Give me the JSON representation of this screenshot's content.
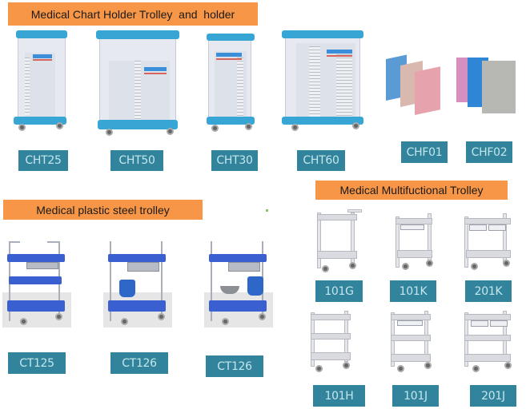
{
  "sections": {
    "chart_holder": {
      "title": "Medical Chart Holder Trolley  and  holder",
      "products": [
        {
          "code": "CHT25"
        },
        {
          "code": "CHT50"
        },
        {
          "code": "CHT30"
        },
        {
          "code": "CHT60"
        },
        {
          "code": "CHF01"
        },
        {
          "code": "CHF02"
        }
      ]
    },
    "plastic_steel": {
      "title": "Medical plastic steel trolley",
      "products": [
        {
          "code": "CT125"
        },
        {
          "code": "CT126"
        },
        {
          "code": "CT126"
        }
      ]
    },
    "multifunctional": {
      "title": "Medical Multifuctional Trolley",
      "products": [
        {
          "code": "101G"
        },
        {
          "code": "101K"
        },
        {
          "code": "201K"
        },
        {
          "code": "101H"
        },
        {
          "code": "101J"
        },
        {
          "code": "201J"
        }
      ]
    }
  },
  "colors": {
    "banner_bg": "#f79646",
    "label_bg": "#31849b",
    "label_text": "#c6e6ee",
    "trolley_blue": "#37a6d4",
    "steel_shelf_blue": "#3a5fd0"
  }
}
